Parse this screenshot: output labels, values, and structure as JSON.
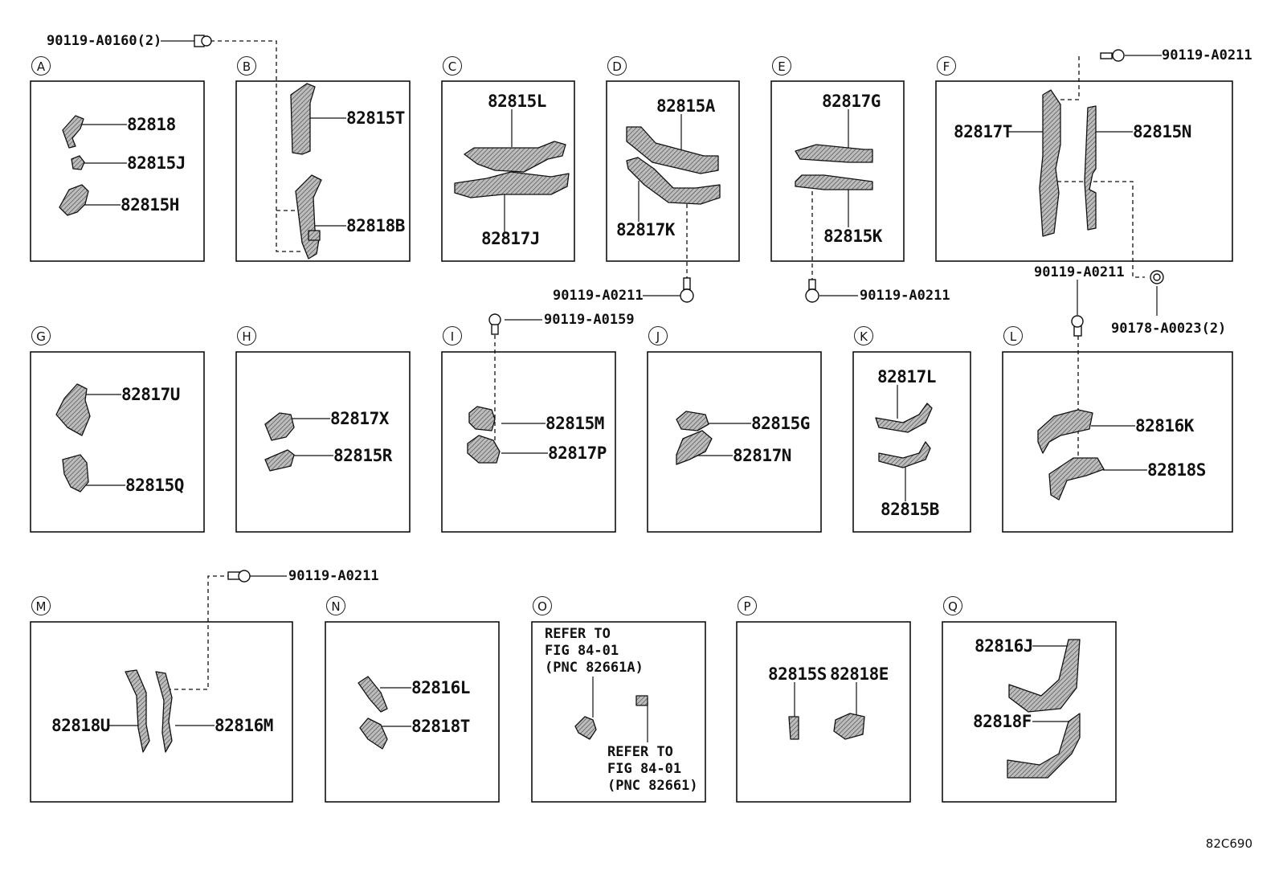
{
  "figure_code": "82C690",
  "panels": [
    {
      "id": "A",
      "label": "A",
      "parts": [
        "82818",
        "82815J",
        "82815H"
      ]
    },
    {
      "id": "B",
      "label": "B",
      "parts": [
        "82815T",
        "82818B"
      ]
    },
    {
      "id": "C",
      "label": "C",
      "parts": [
        "82815L",
        "82817J"
      ]
    },
    {
      "id": "D",
      "label": "D",
      "parts": [
        "82815A",
        "82817K"
      ]
    },
    {
      "id": "E",
      "label": "E",
      "parts": [
        "82817G",
        "82815K"
      ]
    },
    {
      "id": "F",
      "label": "F",
      "parts": [
        "82817T",
        "82815N"
      ]
    },
    {
      "id": "G",
      "label": "G",
      "parts": [
        "82817U",
        "82815Q"
      ]
    },
    {
      "id": "H",
      "label": "H",
      "parts": [
        "82817X",
        "82815R"
      ]
    },
    {
      "id": "I",
      "label": "I",
      "parts": [
        "82815M",
        "82817P"
      ]
    },
    {
      "id": "J",
      "label": "J",
      "parts": [
        "82815G",
        "82817N"
      ]
    },
    {
      "id": "K",
      "label": "K",
      "parts": [
        "82817L",
        "82815B"
      ]
    },
    {
      "id": "L",
      "label": "L",
      "parts": [
        "82816K",
        "82818S"
      ]
    },
    {
      "id": "M",
      "label": "M",
      "parts": [
        "82818U",
        "82816M"
      ]
    },
    {
      "id": "N",
      "label": "N",
      "parts": [
        "82816L",
        "82818T"
      ]
    },
    {
      "id": "O",
      "label": "O",
      "parts": []
    },
    {
      "id": "P",
      "label": "P",
      "parts": [
        "82815S",
        "82818E"
      ]
    },
    {
      "id": "Q",
      "label": "Q",
      "parts": [
        "82816J",
        "82818F"
      ]
    }
  ],
  "fasteners": {
    "b_bolt": "90119-A0160(2)",
    "d_bolt": "90119-A0211",
    "e_bolt": "90119-A0211",
    "f_bolt": "90119-A0211",
    "l_bolt": "90119-A0211",
    "l_nut": "90178-A0023(2)",
    "i_bolt": "90119-A0159",
    "m_bolt": "90119-A0211"
  },
  "notes": {
    "o_note_1": "REFER TO\nFIG 84-01\n(PNC 82661A)",
    "o_note_2": "REFER TO\nFIG 84-01\n(PNC 82661)"
  },
  "colors": {
    "line": "#111111",
    "part_fill": "#9a9a9a",
    "background": "#ffffff"
  }
}
